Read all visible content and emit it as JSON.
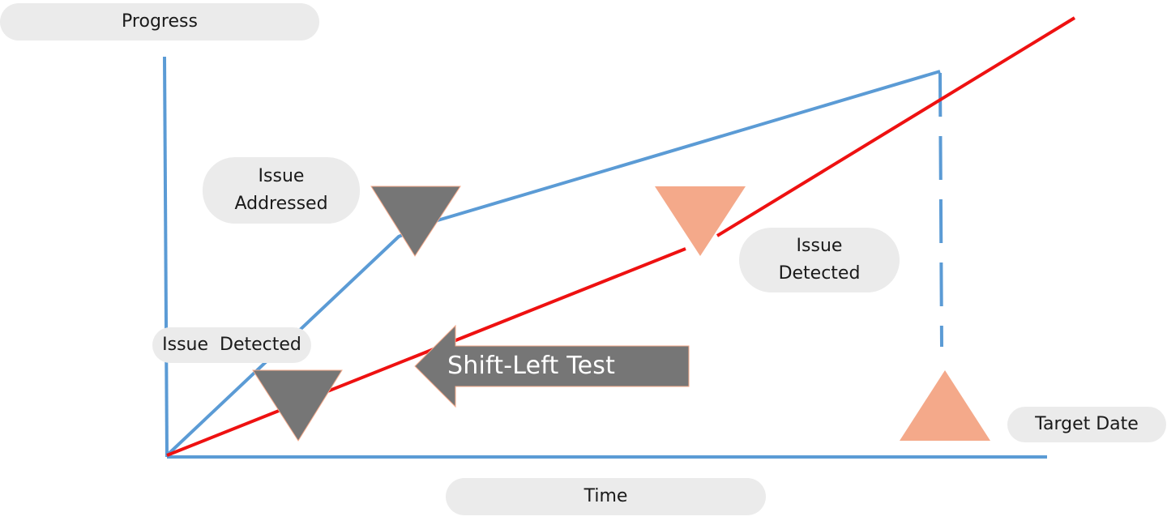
{
  "labels": {
    "y_axis": "Progress",
    "x_axis": "Time",
    "issue_addressed_line1": "Issue",
    "issue_addressed_line2": "Addressed",
    "issue_detected_early": "Issue  Detected",
    "issue_detected_late_line1": "Issue",
    "issue_detected_late_line2": "Detected",
    "target_date": "Target Date",
    "shift_left": "Shift-Left Test"
  },
  "colors": {
    "axis_blue": "#5b9bd5",
    "red_line": "#ee1111",
    "marker_dark": "#767676",
    "marker_salmon": "#f4a98a",
    "pill_bg": "#ebebeb"
  }
}
